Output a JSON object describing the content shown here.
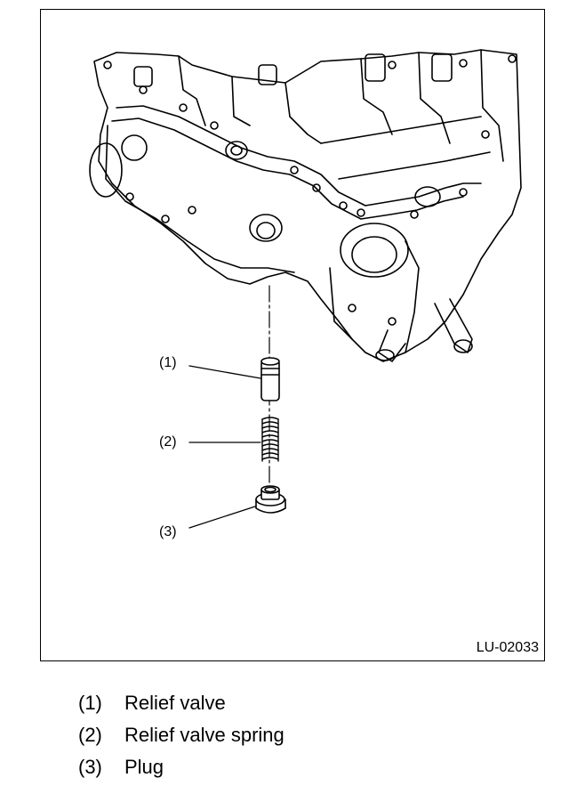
{
  "figure_id": "LU-02033",
  "callouts": [
    "(1)",
    "(2)",
    "(3)"
  ],
  "legend": [
    {
      "num": "(1)",
      "label": "Relief valve"
    },
    {
      "num": "(2)",
      "label": "Relief valve spring"
    },
    {
      "num": "(3)",
      "label": "Plug"
    }
  ]
}
